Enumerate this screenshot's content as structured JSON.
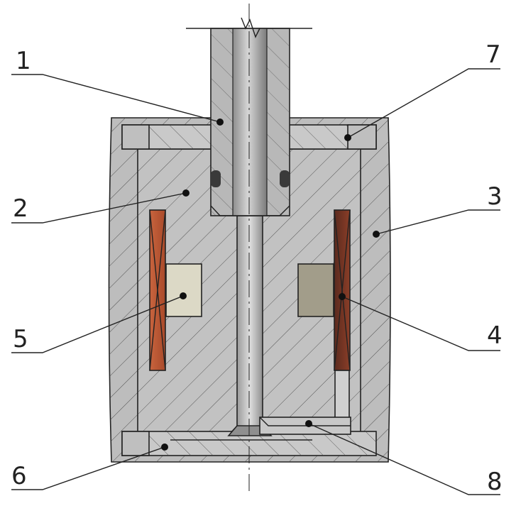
{
  "labels": {
    "l1": "1",
    "l2": "2",
    "l3": "3",
    "l4": "4",
    "l5": "5",
    "l6": "6",
    "l7": "7",
    "l8": "8"
  },
  "colors": {
    "body_grey": "#b9b9b9",
    "core_grey": "#c4c4c4",
    "coil_copper": "#b5532f",
    "coil_copper_dark": "#7a3a26",
    "magnet_light": "#d9d6c3",
    "magnet_dark": "#9d9886",
    "line": "#222222"
  }
}
